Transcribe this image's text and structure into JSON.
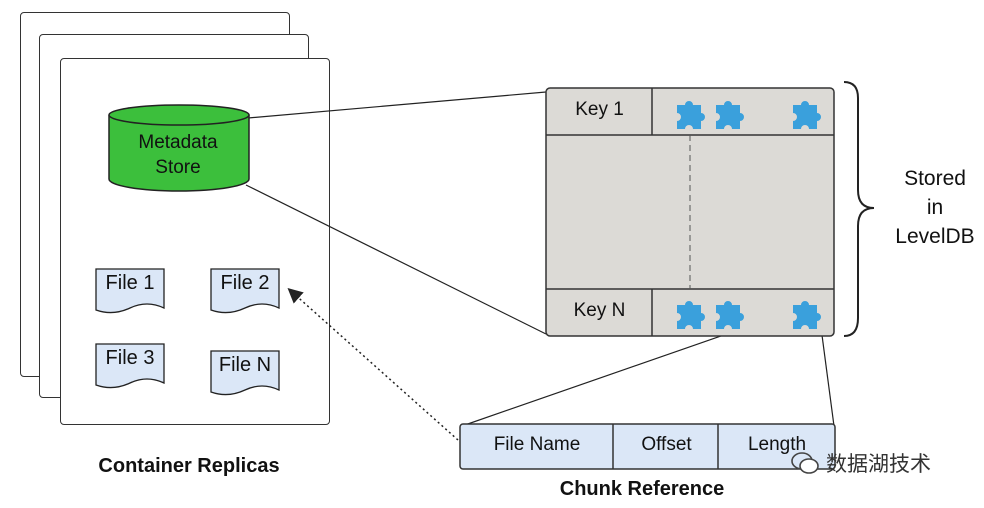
{
  "metadata_store": {
    "line1": "Metadata",
    "line2": "Store"
  },
  "files": [
    "File 1",
    "File 2",
    "File 3",
    "File N"
  ],
  "container_label": "Container Replicas",
  "keys": [
    "Key 1",
    "Key N"
  ],
  "stored_label": [
    "Stored",
    "in",
    "LevelDB"
  ],
  "chunk_fields": [
    "File Name",
    "Offset",
    "Length"
  ],
  "chunk_label": "Chunk Reference",
  "watermark": "数据湖技术",
  "colors": {
    "store_green": "#3cbf3c",
    "file_blue": "#dbe7f7",
    "levelDB_gray": "#dcdad6",
    "piece_blue": "#3aa0dc"
  }
}
